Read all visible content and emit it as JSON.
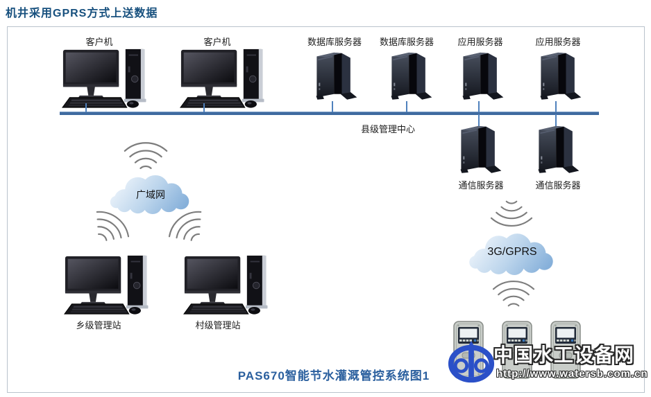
{
  "header": {
    "title": "机井采用GPRS方式上送数据"
  },
  "diagram": {
    "caption": "PAS670智能节水灌溉管控系统图1",
    "bus_label": "县级管理中心",
    "top_nodes": [
      {
        "label": "客户机",
        "type": "desktop-computer"
      },
      {
        "label": "客户机",
        "type": "desktop-computer"
      },
      {
        "label": "数据库服务器",
        "type": "server-tower"
      },
      {
        "label": "数据库服务器",
        "type": "server-tower"
      },
      {
        "label": "应用服务器",
        "type": "server-tower"
      },
      {
        "label": "应用服务器",
        "type": "server-tower"
      }
    ],
    "comm_servers": [
      {
        "label": "通信服务器"
      },
      {
        "label": "通信服务器"
      }
    ],
    "clouds": [
      {
        "label": "广域网"
      },
      {
        "label": "3G/GPRS"
      }
    ],
    "stations": [
      {
        "label": "乡级管理站",
        "type": "desktop-computer"
      },
      {
        "label": "村级管理站",
        "type": "desktop-computer"
      }
    ],
    "field_devices": {
      "count": 3,
      "type": "gprs-controller"
    },
    "colors": {
      "title_text": "#17507e",
      "caption_text": "#2a5f9e",
      "bus_line": "#3f6ba0",
      "drop_line": "#4f81bd",
      "cloud_fill_light": "#eaf2fa",
      "cloud_fill_dark": "#86b0da",
      "wifi_stroke": "#7d7d7d",
      "logo_blue": "#2b50c8"
    }
  },
  "watermark": {
    "site_name": "中国水工设备网",
    "url": "http://www.watersb.com.cn"
  }
}
